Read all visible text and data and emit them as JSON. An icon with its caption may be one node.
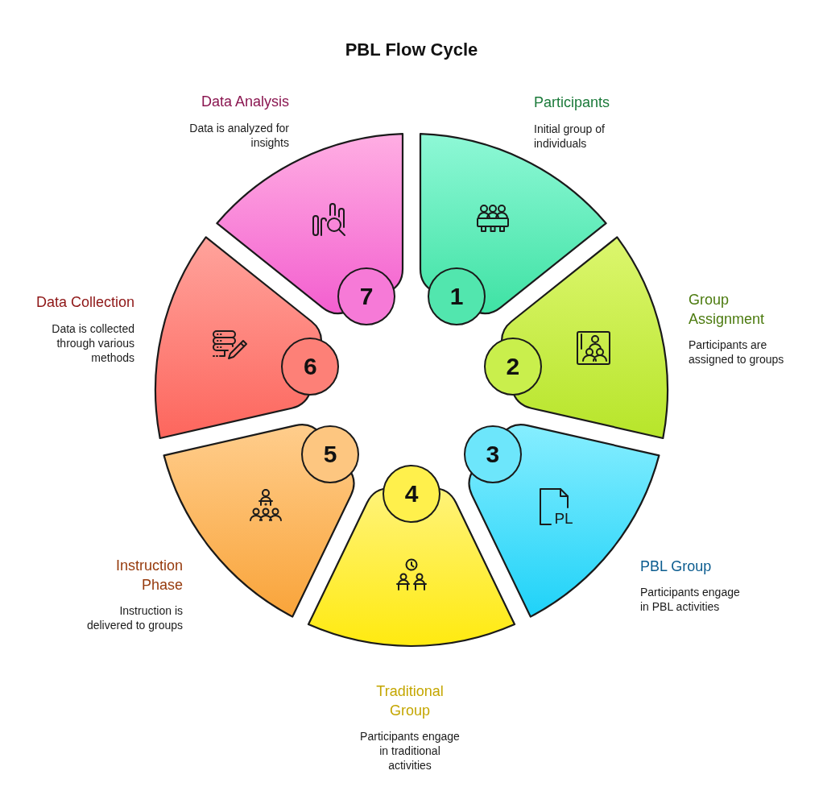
{
  "diagram": {
    "title": "PBL Flow Cycle",
    "nodes": [
      {
        "text": [
          "1"
        ],
        "beside": [
          "Participants",
          "Initial group of individuals"
        ]
      },
      {
        "text": [
          "2"
        ],
        "beside": [
          "Group Assignment",
          "Participants are assigned to groups"
        ]
      },
      {
        "text": [
          "3"
        ],
        "beside": [
          "PBL Group",
          "Participants engage in PBL activities"
        ]
      },
      {
        "text": [
          "4"
        ],
        "beside": [
          "Traditional Group",
          "Participants engage in traditional activities"
        ]
      },
      {
        "text": [
          "5"
        ],
        "beside": [
          "Instruction Phase",
          "Instruction is delivered to groups"
        ]
      },
      {
        "text": [
          "6"
        ],
        "beside": [
          "Data Collection",
          "Data is collected through various methods"
        ]
      },
      {
        "text": [
          "7"
        ],
        "beside": [
          "Data Analysis",
          "Data is analyzed for insights"
        ]
      }
    ],
    "labels": [
      "PL"
    ]
  }
}
